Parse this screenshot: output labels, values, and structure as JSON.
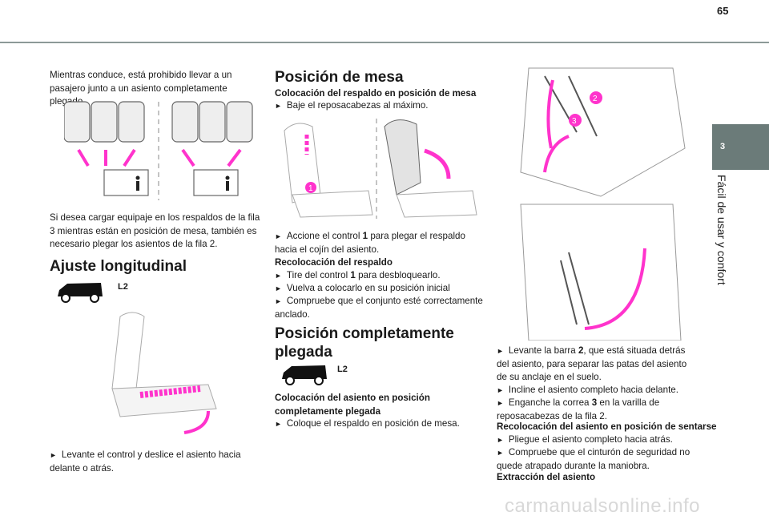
{
  "page_number": "65",
  "chapter": {
    "number": "3",
    "title": "Fácil de usar y confort"
  },
  "col1": {
    "p1": "Mientras conduce, está prohibido llevar a un pasajero junto a un asiento completamente plegado.",
    "p2": "Si desea cargar equipaje en los respaldos de la fila 3 mientras están en posición de mesa, también es necesario plegar los asientos de la fila 2.",
    "heading": "Ajuste longitudinal",
    "car_label": "L2",
    "bullet": "Levante el control y deslice el asiento hacia delante o atrás."
  },
  "col2": {
    "heading1": "Posición de mesa",
    "sub1": "Colocación del respaldo en posición de mesa",
    "b1": "Baje el reposacabezas al máximo.",
    "b2_pre": "Accione el control ",
    "b2_num": "1",
    "b2_post": " para plegar el respaldo hacia el cojín del asiento.",
    "sub2": "Recolocación del respaldo",
    "b3_pre": "Tire del control ",
    "b3_num": "1",
    "b3_post": " para desbloquearlo.",
    "b4": "Vuelva a colocarlo en su posición inicial",
    "b5": "Compruebe que el conjunto esté correctamente anclado.",
    "heading2": "Posición completamente plegada",
    "car_label": "L2",
    "sub3": "Colocación del asiento en posición completamente plegada",
    "b6": "Coloque el respaldo en posición de mesa.",
    "callout": "1"
  },
  "col3": {
    "b1_pre": "Levante la barra ",
    "b1_num": "2",
    "b1_post": ", que está situada detrás del asiento, para separar las patas del asiento de su anclaje en el suelo.",
    "b2": "Incline el asiento completo hacia delante.",
    "b3_pre": "Enganche la correa ",
    "b3_num": "3",
    "b3_post": " en la varilla de reposacabezas de la fila 2.",
    "sub1": "Recolocación del asiento en posición de sentarse",
    "b4": "Pliegue el asiento completo hacia atrás.",
    "b5": "Compruebe que el cinturón de seguridad no quede atrapado durante la maniobra.",
    "sub2": "Extracción del asiento",
    "callout2": "2",
    "callout3": "3"
  },
  "bullet_glyph": "►",
  "watermark": "carmanualsonline.info",
  "colors": {
    "accent": "#ff33cc",
    "tab": "#6b7b79",
    "rule": "#8c9a98"
  }
}
